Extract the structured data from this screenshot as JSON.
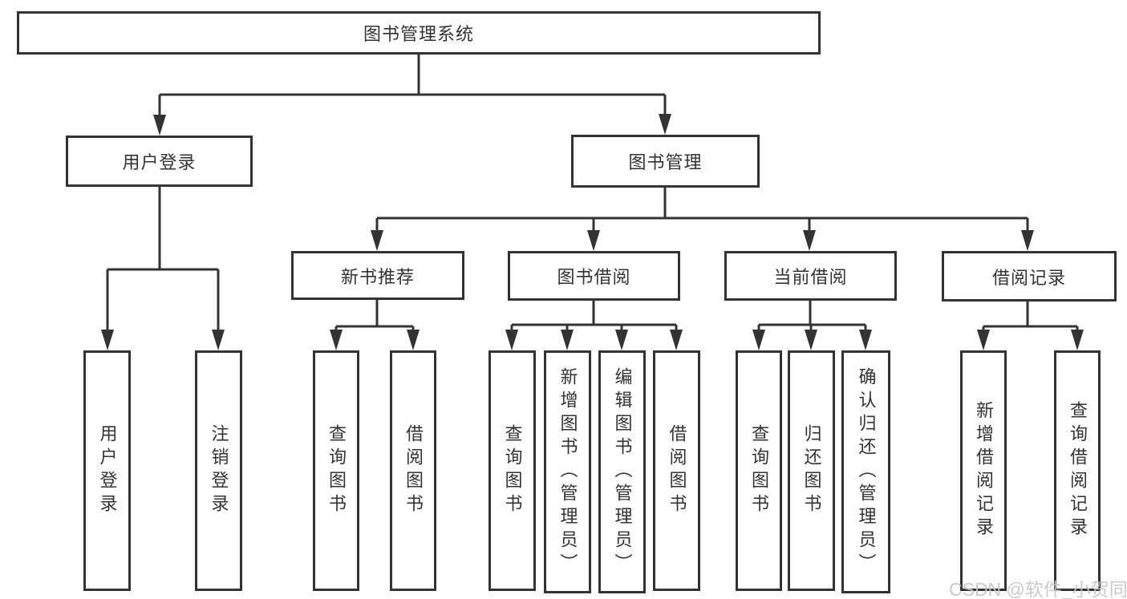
{
  "nodes": {
    "root": {
      "label": "图书管理系统"
    },
    "level2": [
      {
        "label": "用户登录"
      },
      {
        "label": "图书管理"
      }
    ],
    "level3": [
      {
        "label": "新书推荐",
        "parent": "图书管理"
      },
      {
        "label": "图书借阅",
        "parent": "图书管理"
      },
      {
        "label": "当前借阅",
        "parent": "图书管理"
      },
      {
        "label": "借阅记录",
        "parent": "图书管理"
      }
    ],
    "leaves": [
      {
        "label": "用户登录",
        "parent": "用户登录"
      },
      {
        "label": "注销登录",
        "parent": "用户登录"
      },
      {
        "label": "查询图书",
        "parent": "新书推荐"
      },
      {
        "label": "借阅图书",
        "parent": "新书推荐"
      },
      {
        "label": "查询图书",
        "parent": "图书借阅"
      },
      {
        "label": "新增图书（管理员）",
        "parent": "图书借阅"
      },
      {
        "label": "编辑图书（管理员）",
        "parent": "图书借阅"
      },
      {
        "label": "借阅图书",
        "parent": "图书借阅"
      },
      {
        "label": "查询图书",
        "parent": "当前借阅"
      },
      {
        "label": "归还图书",
        "parent": "当前借阅"
      },
      {
        "label": "确认归还（管理员）",
        "parent": "当前借阅"
      },
      {
        "label": "新增借阅记录",
        "parent": "借阅记录"
      },
      {
        "label": "查询借阅记录",
        "parent": "借阅记录"
      }
    ]
  },
  "watermark": {
    "text": "CSDN @软件_小贺同学"
  },
  "colors": {
    "line": "#333333",
    "border": "#333333",
    "text": "#333333",
    "background": "#ffffff",
    "watermark": "#c6c6c6"
  }
}
